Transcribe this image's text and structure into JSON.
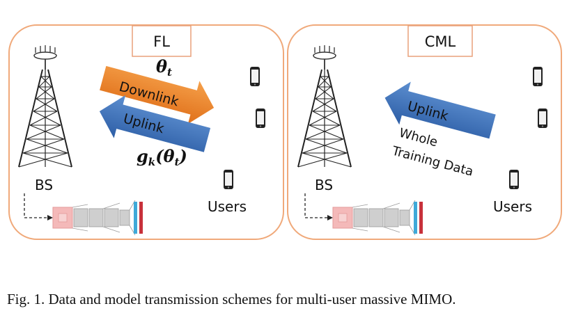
{
  "panels": [
    {
      "title": "FL",
      "bs_label": "BS",
      "users_label": "Users",
      "downlink_label": "Downlink",
      "uplink_label": "Uplink",
      "theta_label": "θ",
      "theta_sub": "t",
      "gk_label": "g",
      "gk_sub": "k",
      "gk_paren": "(θ",
      "gk_paren_sub": "t",
      "gk_close": ")"
    },
    {
      "title": "CML",
      "bs_label": "BS",
      "users_label": "Users",
      "uplink_label": "Uplink",
      "data_line1": "Whole",
      "data_line2": "Training Data"
    }
  ],
  "caption": "Fig. 1.  Data and model transmission schemes for multi-user massive MIMO.",
  "colors": {
    "panel_border": "#f0a97a",
    "downlink_arrow": "#ef7d22",
    "uplink_arrow": "#3a6fb5",
    "nn_input": "#f4b9b9",
    "nn_hidden": "#c8c8c8",
    "nn_blue": "#3fa9d8",
    "nn_red": "#c8313b"
  },
  "icons": [
    "tower-icon",
    "phone-icon",
    "neural-network-icon"
  ]
}
